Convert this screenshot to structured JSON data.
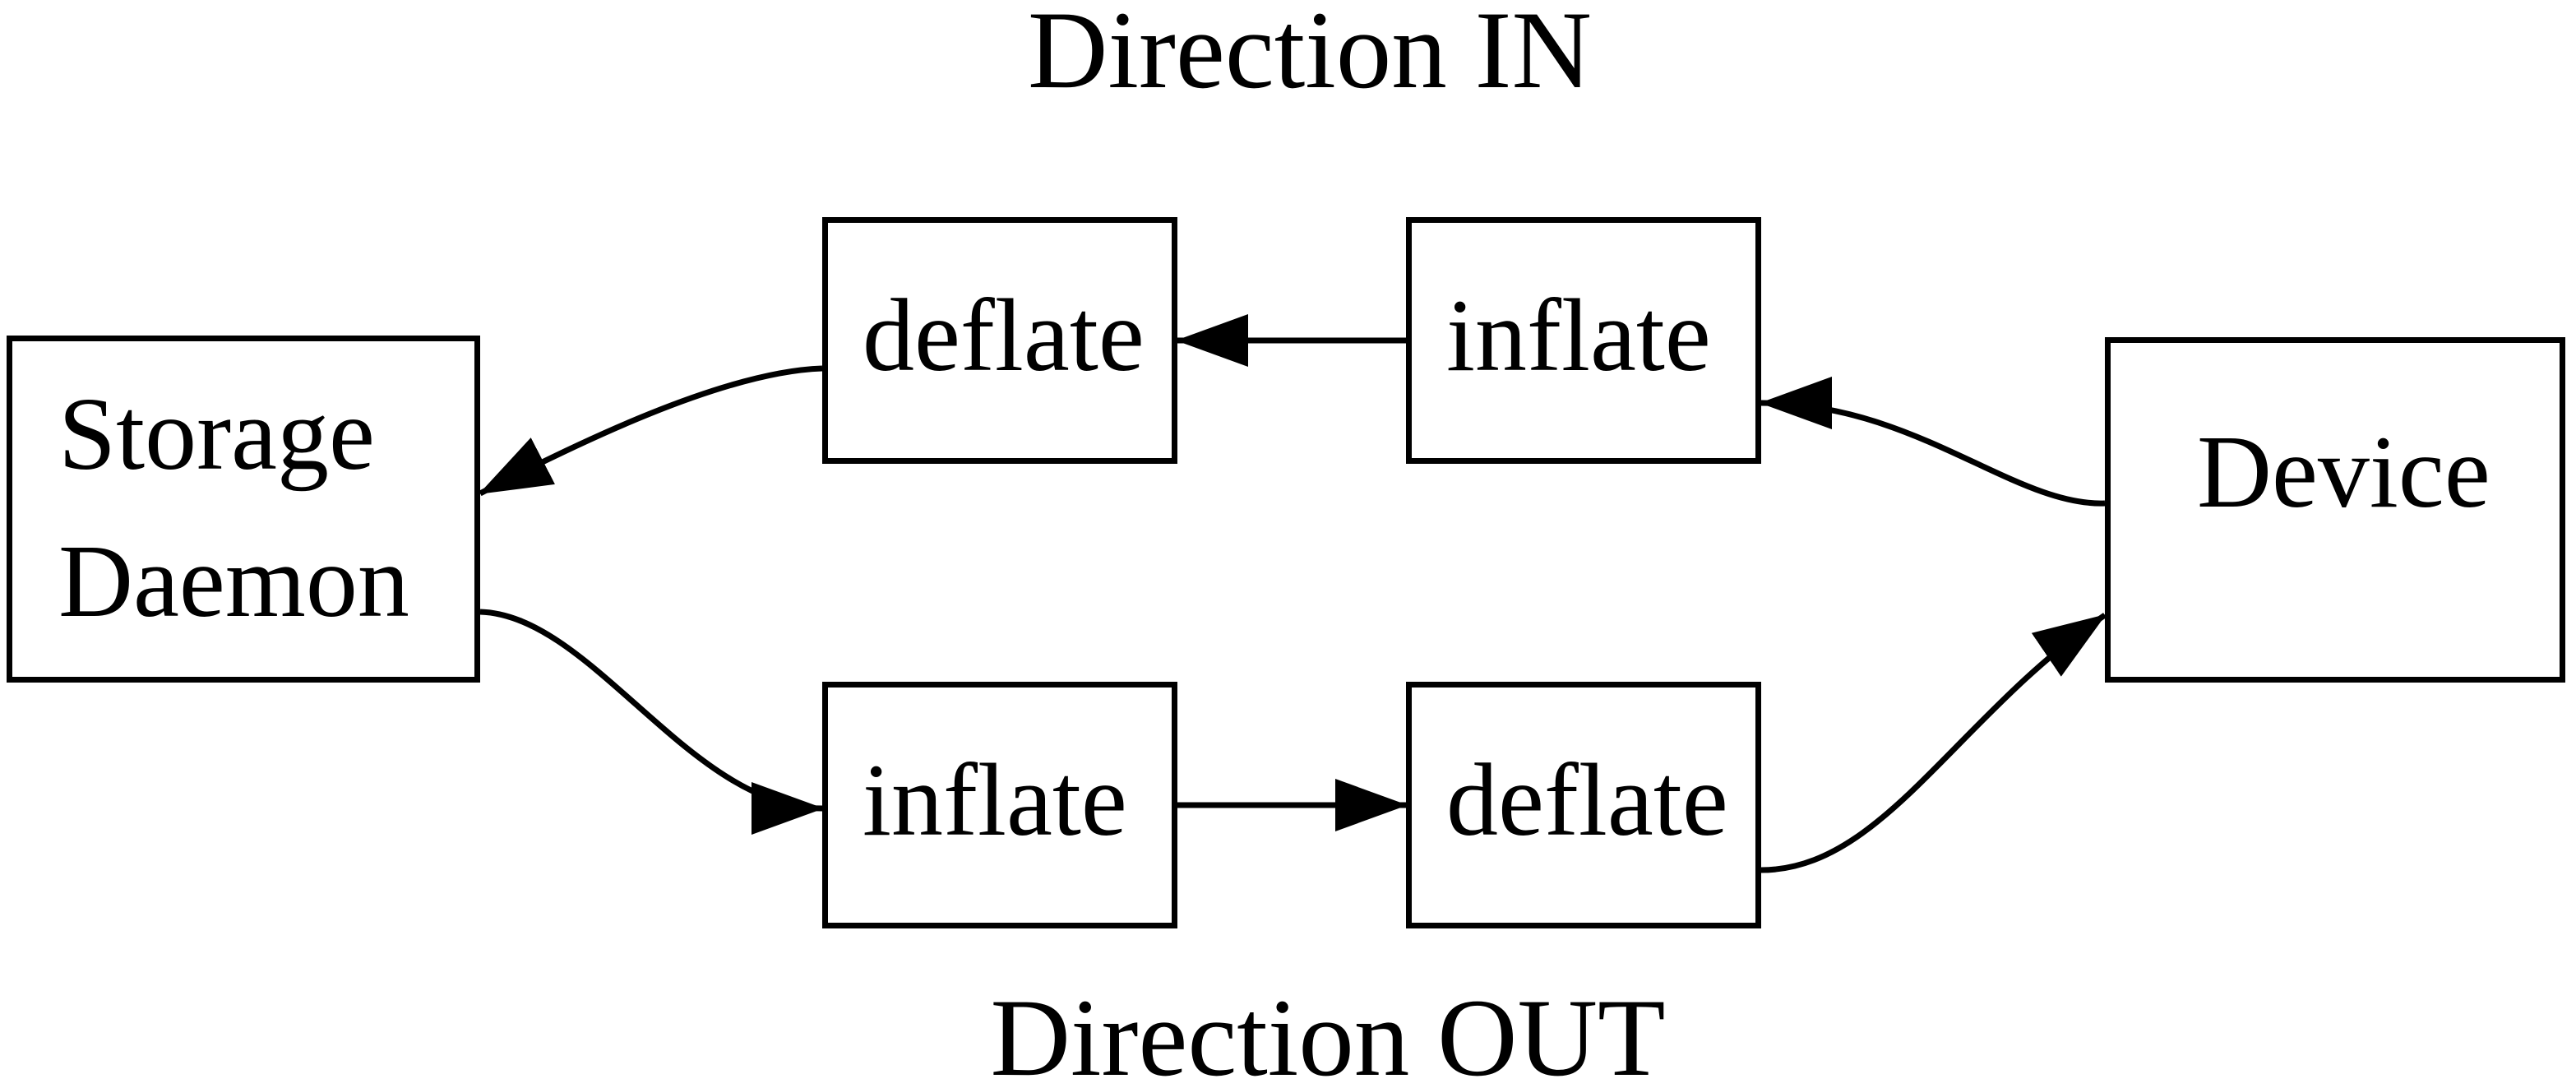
{
  "diagram": {
    "title_top": "Direction IN",
    "title_bottom": "Direction OUT",
    "colors": {
      "line": "#000000",
      "background": "#ffffff"
    },
    "nodes": {
      "storage": {
        "line1": "Storage",
        "line2": "Daemon"
      },
      "deflate_in": "deflate",
      "inflate_in": "inflate",
      "inflate_out": "inflate",
      "deflate_out": "deflate",
      "device": "Device"
    },
    "edges": [
      {
        "from": "device",
        "to": "inflate_in",
        "flow": "Direction IN"
      },
      {
        "from": "inflate_in",
        "to": "deflate_in",
        "flow": "Direction IN"
      },
      {
        "from": "deflate_in",
        "to": "storage",
        "flow": "Direction IN"
      },
      {
        "from": "storage",
        "to": "inflate_out",
        "flow": "Direction OUT"
      },
      {
        "from": "inflate_out",
        "to": "deflate_out",
        "flow": "Direction OUT"
      },
      {
        "from": "deflate_out",
        "to": "device",
        "flow": "Direction OUT"
      }
    ]
  }
}
